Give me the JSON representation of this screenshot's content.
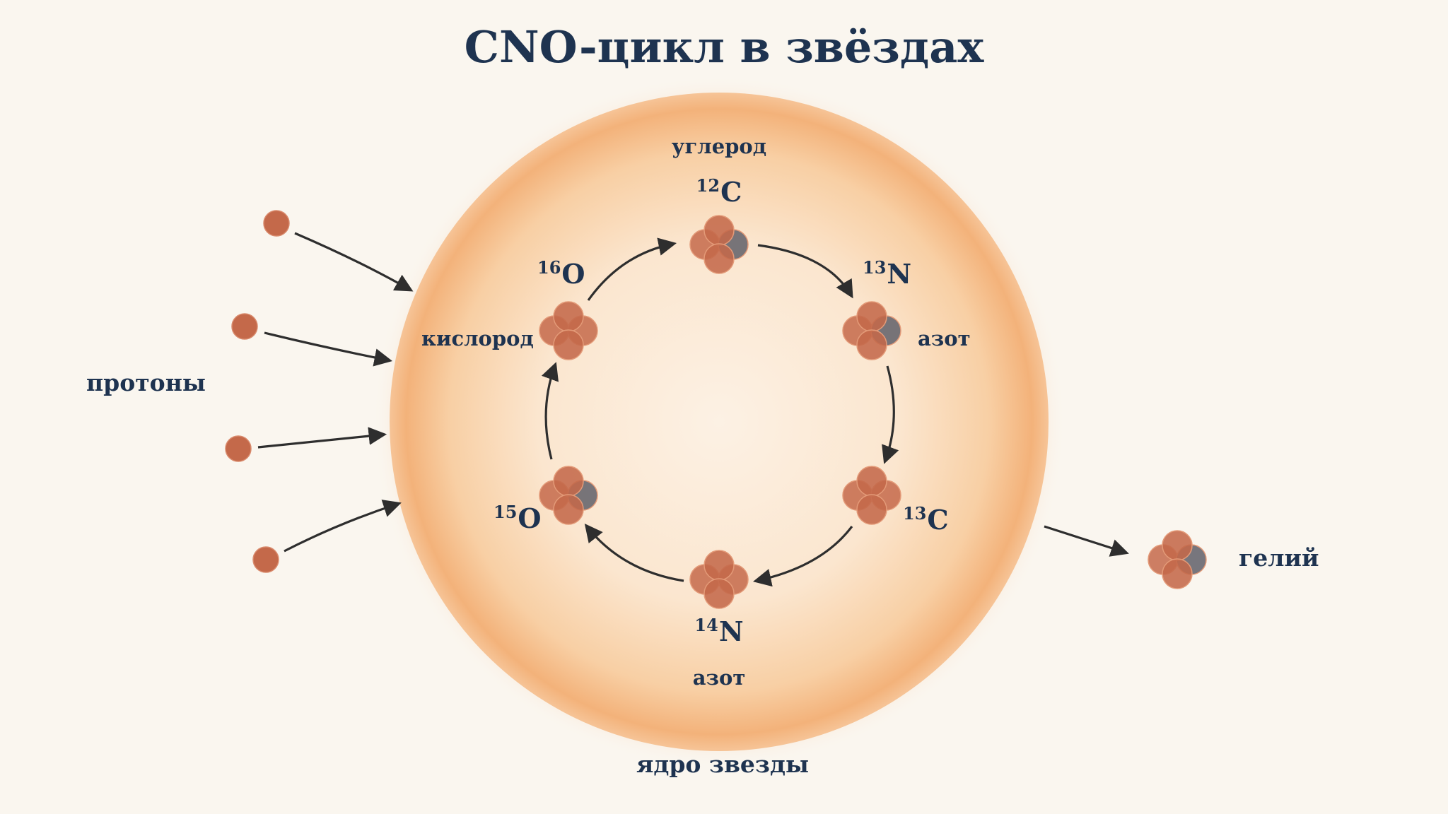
{
  "title": "CNO-цикл в звёздах",
  "star_label": "ядро звезды",
  "protons_label": "протоны",
  "helium_label": "гелий",
  "nuclei": [
    {
      "id": "c12",
      "mass": "12",
      "symbol": "C",
      "name": "углерод"
    },
    {
      "id": "n13",
      "mass": "13",
      "symbol": "N",
      "name": "азот"
    },
    {
      "id": "c13",
      "mass": "13",
      "symbol": "C",
      "name": ""
    },
    {
      "id": "n14",
      "mass": "14",
      "symbol": "N",
      "name": "азот"
    },
    {
      "id": "o15",
      "mass": "15",
      "symbol": "O",
      "name": ""
    },
    {
      "id": "o16",
      "mass": "16",
      "symbol": "O",
      "name": "кислород"
    }
  ],
  "colors": {
    "background": "#faf6ef",
    "star_core": "#fbe7d2",
    "star_edge": "#f4b57c",
    "proton": "#c4694a",
    "neutron": "#5f5f68",
    "text": "#1e3350",
    "arrow": "#2e2e2e"
  }
}
